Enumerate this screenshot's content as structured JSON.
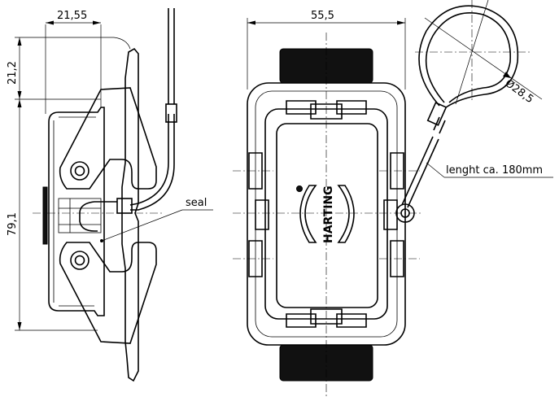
{
  "dimensions": {
    "side_width": "21,55",
    "side_top_offset": "21,2",
    "side_height": "79,1",
    "front_width": "55,5",
    "loop_diameter": "Ø28,5"
  },
  "labels": {
    "seal": "seal",
    "cable_length": "lenght ca. 180mm",
    "brand": "HARTING"
  },
  "colors": {
    "line": "#000000",
    "background": "#ffffff",
    "rubber_band": "#111111"
  }
}
